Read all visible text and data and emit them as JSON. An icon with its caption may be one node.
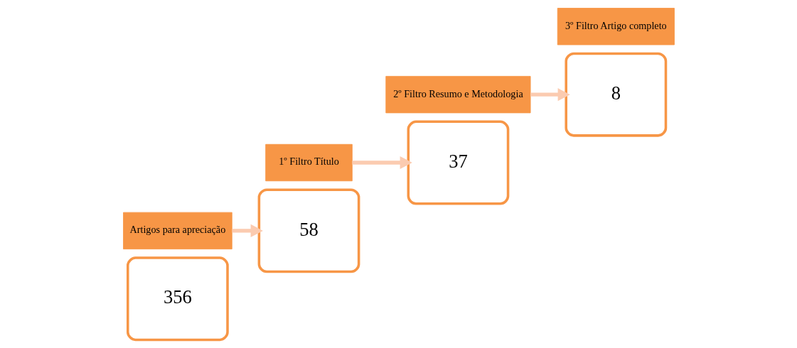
{
  "diagram": {
    "nodes": [
      {
        "text": [
          "356"
        ]
      },
      {
        "text": [
          "Artigos para apreciação"
        ]
      },
      {
        "text": [
          "58"
        ]
      },
      {
        "text": [
          "1º Filtro Título"
        ]
      },
      {
        "text": [
          "37"
        ]
      },
      {
        "text": [
          "2º Filtro Resumo e Metodologia"
        ]
      },
      {
        "text": [
          "8"
        ]
      },
      {
        "text": [
          "3º Filtro Artigo completo"
        ]
      }
    ],
    "edges": [
      {
        "from": 1,
        "to": 2,
        "arrow": "to"
      },
      {
        "from": 3,
        "to": 4,
        "arrow": "to"
      },
      {
        "from": 5,
        "to": 6,
        "arrow": "to"
      }
    ]
  }
}
